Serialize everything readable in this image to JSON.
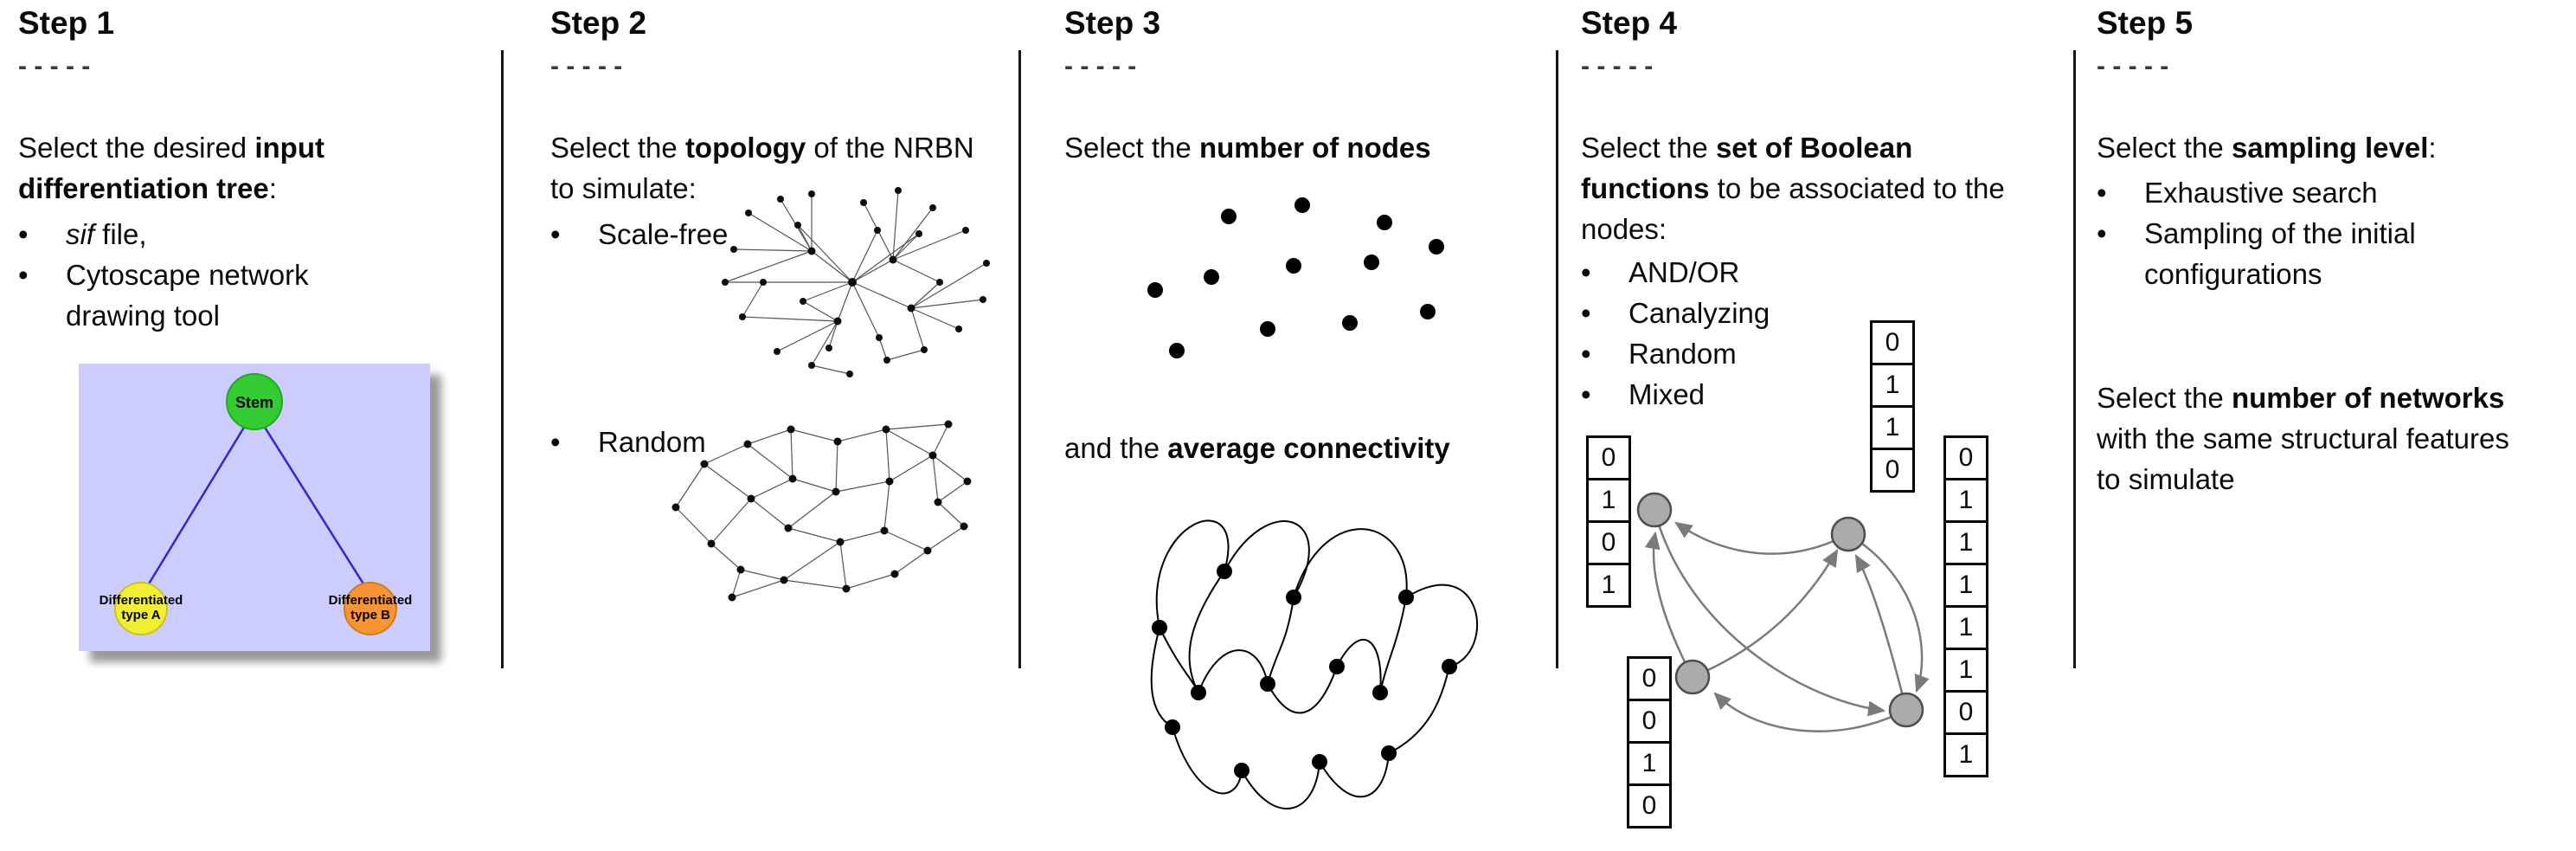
{
  "glyphs": {
    "bullet": "•"
  },
  "colors": {
    "tree_background": "#ccccff",
    "stem_green": "#33cc33",
    "type_a_yellow": "#f2ee33",
    "type_b_orange": "#f79433",
    "tree_edge_blue": "#2a2ace",
    "node_gray": "#ababab",
    "arrow_gray": "#7a7a7a"
  },
  "steps": [
    {
      "title": "Step 1",
      "dashes": "- - - - -",
      "intro": {
        "pre": "Select the desired ",
        "bold": "input differentiation tree",
        "post": ":"
      },
      "bullets": [
        {
          "italic": "sif",
          "rest": " file,"
        },
        {
          "text": "Cytoscape network drawing tool"
        }
      ],
      "tree": {
        "root": "Stem",
        "leaf_a": [
          "Differentiated",
          "type A"
        ],
        "leaf_b": [
          "Differentiated",
          "type B"
        ]
      }
    },
    {
      "title": "Step 2",
      "dashes": "- - - - -",
      "intro": {
        "pre": "Select the ",
        "bold": "topology",
        "post": " of the NRBN to simulate:"
      },
      "bullets": [
        {
          "text": "Scale-free"
        },
        {
          "text": "Random"
        }
      ]
    },
    {
      "title": "Step 3",
      "dashes": "- - - - -",
      "intro": {
        "pre": "Select the ",
        "bold": "number of nodes",
        "post": ""
      },
      "text2": {
        "pre": "and the ",
        "bold": "average connectivity",
        "post": ""
      }
    },
    {
      "title": "Step 4",
      "dashes": "- - - - -",
      "intro": {
        "pre": "Select the ",
        "bold": "set of Boolean functions",
        "post": " to be associated to the nodes:"
      },
      "bullets": [
        {
          "text": "AND/OR"
        },
        {
          "text": "Canalyzing"
        },
        {
          "text": "Random"
        },
        {
          "text": "Mixed"
        }
      ],
      "tables": {
        "left": [
          "0",
          "1",
          "0",
          "1"
        ],
        "top": [
          "0",
          "1",
          "1",
          "0"
        ],
        "right": [
          "0",
          "1",
          "1",
          "1",
          "1",
          "1",
          "0",
          "1"
        ],
        "bottom": [
          "0",
          "0",
          "1",
          "0"
        ]
      }
    },
    {
      "title": "Step 5",
      "dashes": "- - - - -",
      "intro": {
        "pre": "Select the ",
        "bold": "sampling level",
        "post": ":"
      },
      "bullets": [
        {
          "text": "Exhaustive search"
        },
        {
          "text": "Sampling of the initial configurations"
        }
      ],
      "text2": {
        "pre": "Select the ",
        "bold": "number of networks",
        "post": " with the same structural features to simulate"
      }
    }
  ]
}
